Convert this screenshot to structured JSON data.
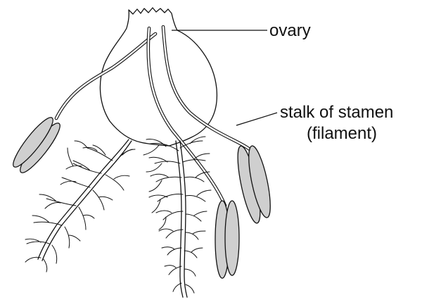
{
  "labels": {
    "ovary": "ovary",
    "stalk": "stalk of stamen",
    "filament": "(filament)"
  },
  "colors": {
    "ink": "#111111",
    "anther_fill": "#cfcfcf",
    "background": "#ffffff"
  }
}
